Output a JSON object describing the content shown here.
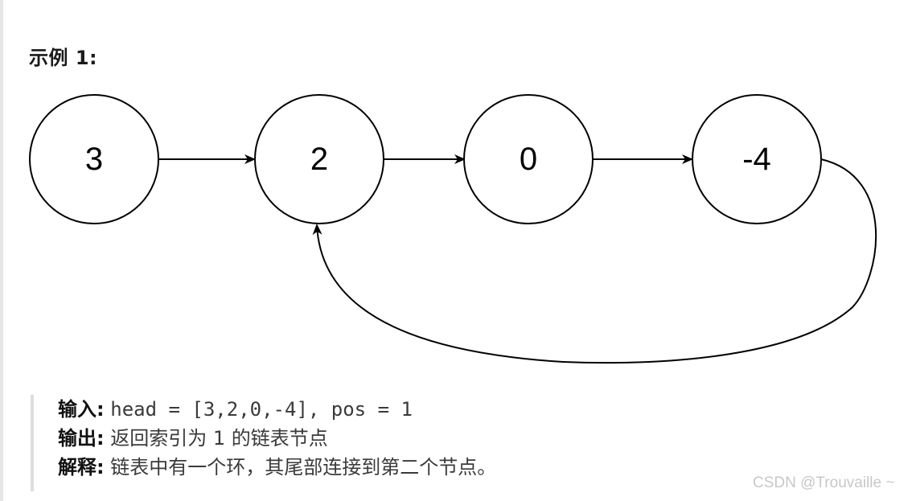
{
  "example": {
    "title": "示例 1:"
  },
  "diagram": {
    "nodes": [
      {
        "id": "n0",
        "value": "3"
      },
      {
        "id": "n1",
        "value": "2"
      },
      {
        "id": "n2",
        "value": "0"
      },
      {
        "id": "n3",
        "value": "-4"
      }
    ],
    "edges": [
      {
        "from": "n0",
        "to": "n1"
      },
      {
        "from": "n1",
        "to": "n2"
      },
      {
        "from": "n2",
        "to": "n3"
      },
      {
        "from": "n3",
        "to": "n1",
        "kind": "cycle"
      }
    ]
  },
  "explanation": {
    "input_label": "输入:",
    "input_value": "head = [3,2,0,-4], pos = 1",
    "output_label": "输出:",
    "output_value": "返回索引为 1 的链表节点",
    "explain_label": "解释:",
    "explain_value": "链表中有一个环，其尾部连接到第二个节点。"
  },
  "watermark": {
    "text": "CSDN @Trouvaille ~"
  }
}
